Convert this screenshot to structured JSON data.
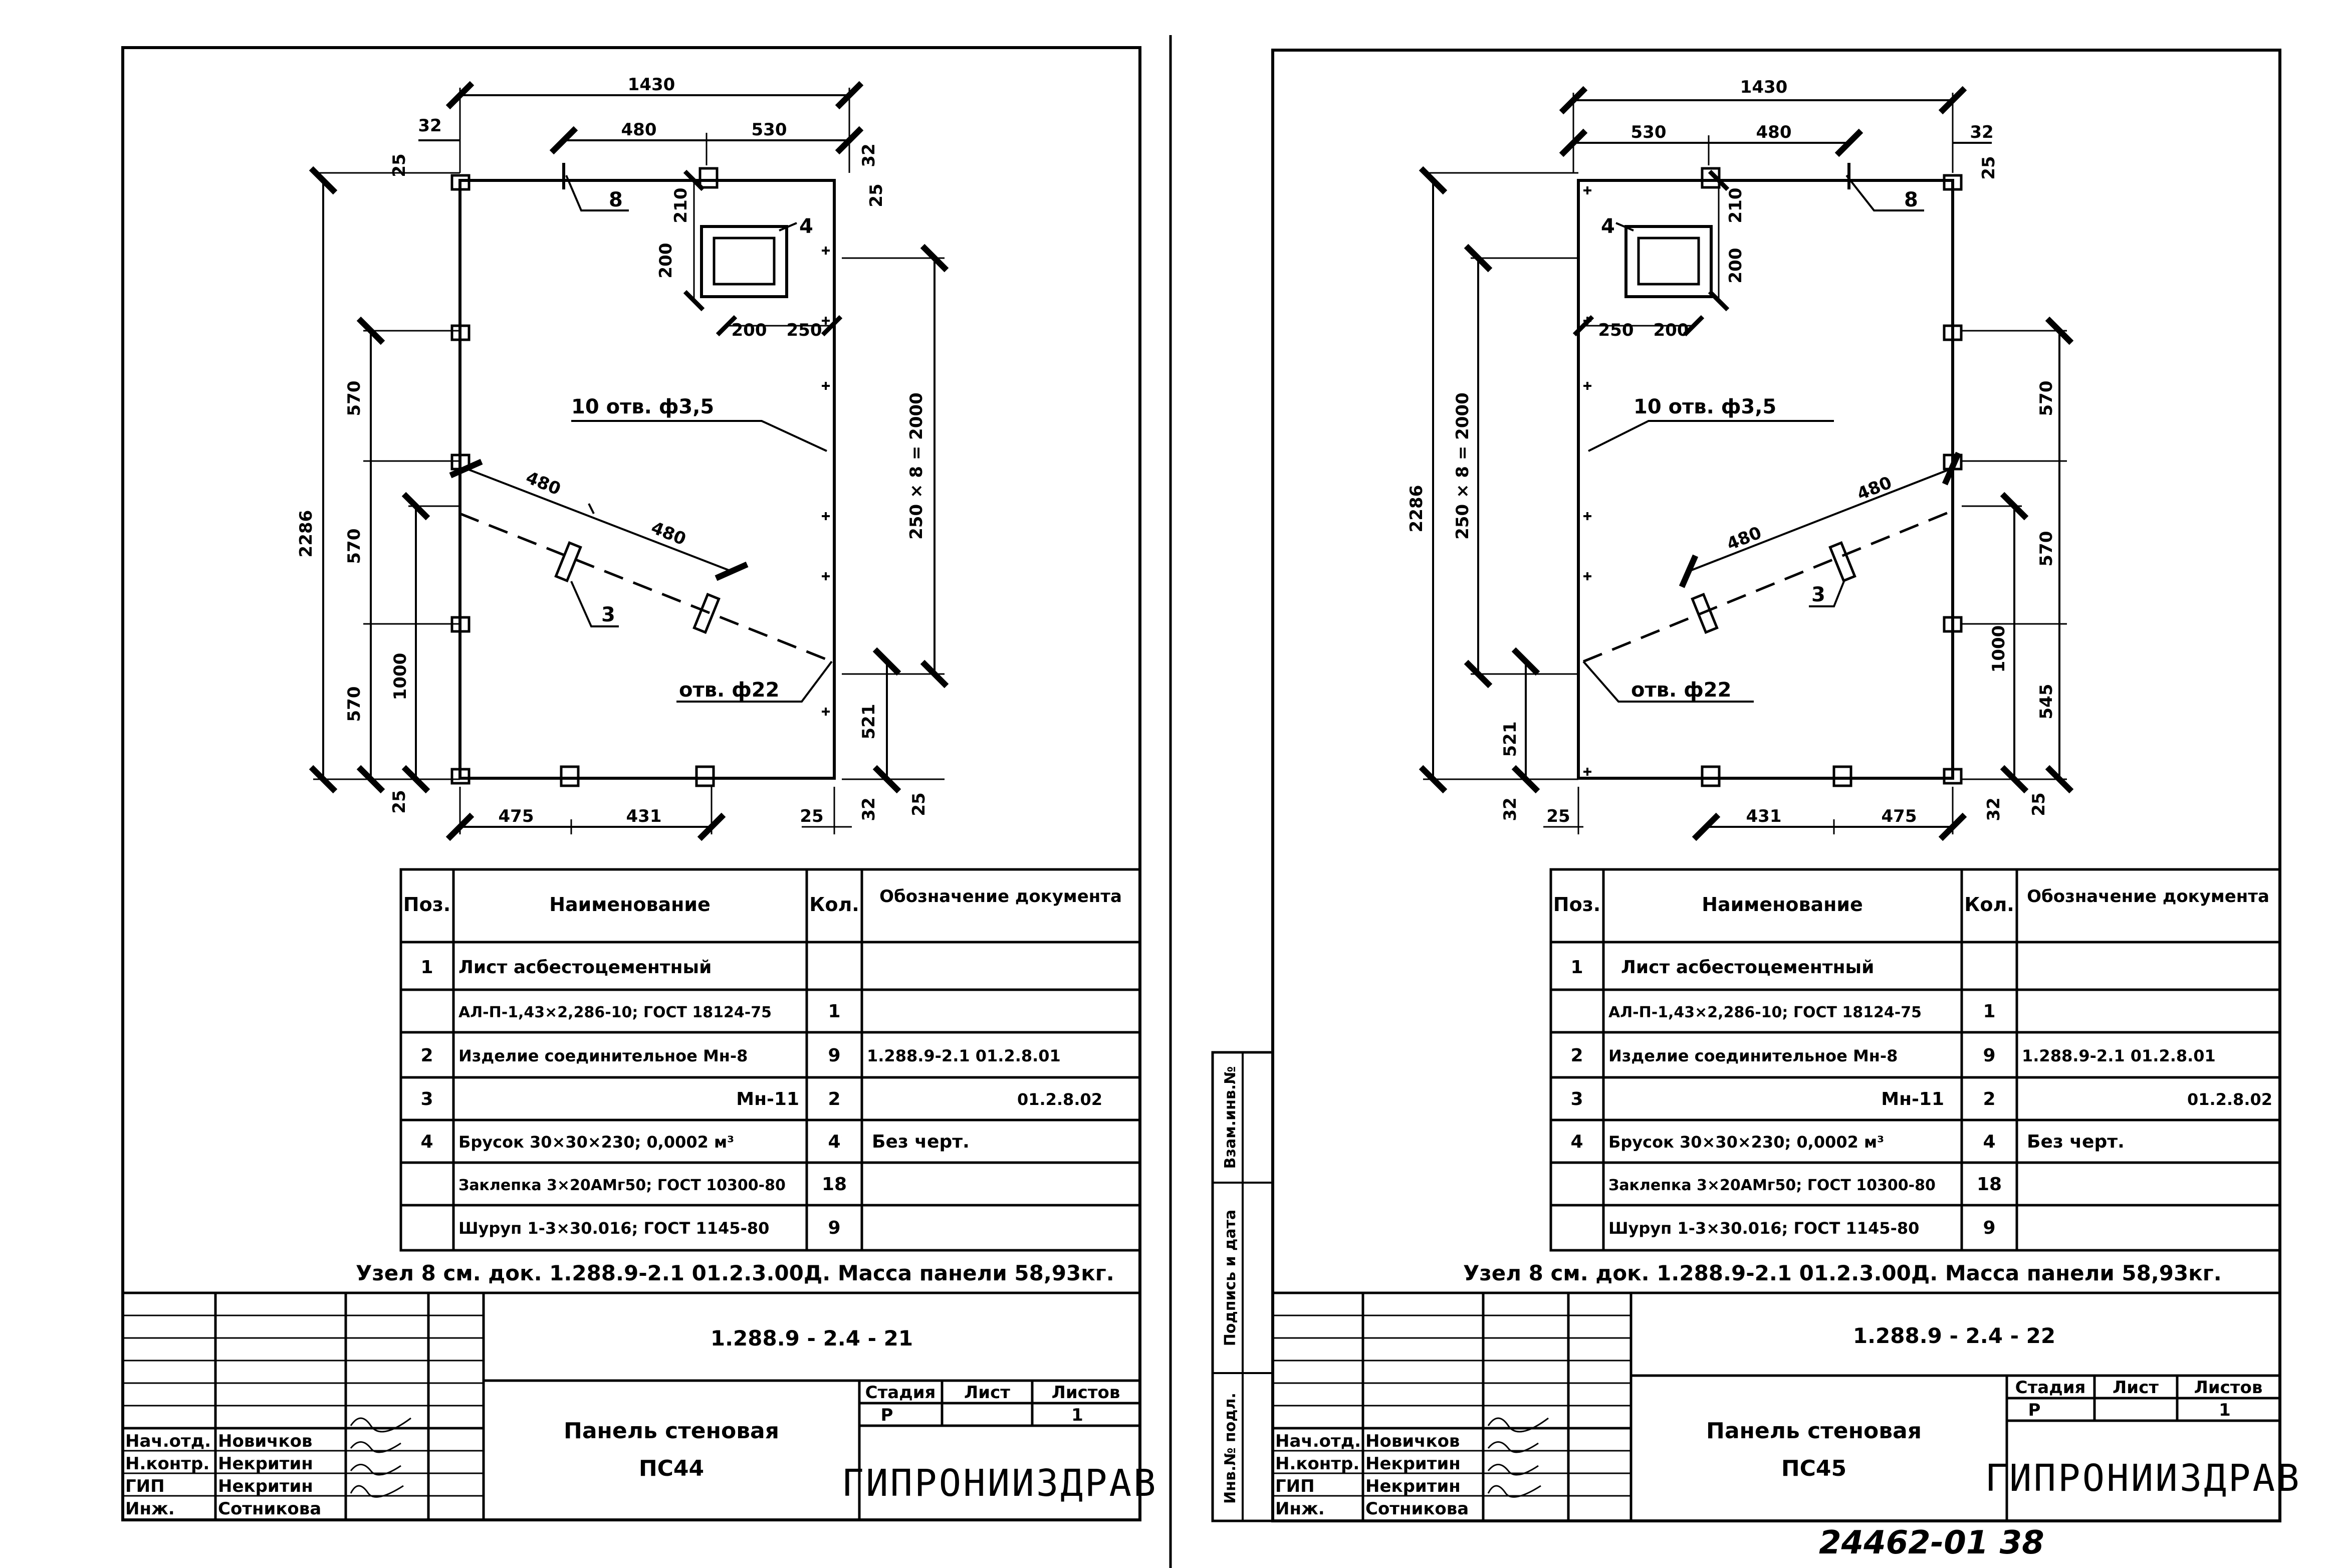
{
  "drawings": [
    {
      "dims": {
        "overall_width": "1430",
        "left_offset": "32",
        "spacing_480": "480",
        "spacing_530": "530",
        "right_offset": "32",
        "top_offset": "25",
        "overall_height": "2286",
        "dim_570_a": "570",
        "dim_570_b": "570",
        "dim_570_c": "570",
        "dim_1000": "1000",
        "dim_210": "210",
        "dim_200_v": "200",
        "dim_200_h": "200",
        "dim_250": "250",
        "side_pitch": "250 × 8 = 2000",
        "diag_480_a": "480",
        "diag_480_b": "480",
        "dim_521": "521",
        "bottom_25_left": "25",
        "bottom_475": "475",
        "bottom_431": "431",
        "bottom_25_right": "25",
        "bottom_32": "32",
        "bottom_25_far": "25",
        "right_25": "25"
      },
      "callouts": {
        "pos8": "8",
        "pos4": "4",
        "pos3": "3",
        "holes_small": "10 отв. ф3,5",
        "hole_large": "отв. ф22"
      },
      "table": {
        "headers": [
          "Поз.",
          "Наименование",
          "Кол.",
          "Обозначение документа"
        ],
        "rows": [
          [
            "1",
            "Лист асбестоцементный",
            "",
            ""
          ],
          [
            "",
            "АЛ-П-1,43×2,286-10; ГОСТ 18124-75",
            "1",
            ""
          ],
          [
            "2",
            "Изделие соединительное Мн-8",
            "9",
            "1.288.9-2.1 01.2.8.01"
          ],
          [
            "3",
            "Мн-11",
            "2",
            "01.2.8.02"
          ],
          [
            "4",
            "Брусок 30×30×230; 0,0002 м³",
            "4",
            "Без черт."
          ],
          [
            "",
            "Заклепка 3×20АМг50; ГОСТ 10300-80",
            "18",
            ""
          ],
          [
            "",
            "Шуруп 1-3×30.016; ГОСТ 1145-80",
            "9",
            ""
          ]
        ]
      },
      "note": "Узел 8 см. док. 1.288.9-2.1 01.2.3.00Д. Масса панели 58,93кг.",
      "stamp": {
        "code": "1.288.9 - 2.4 - 21",
        "title": "Панель стеновая",
        "mark": "ПС44",
        "stage_h": "Стадия",
        "sheet_h": "Лист",
        "sheets_h": "Листов",
        "stage": "Р",
        "sheets": "1",
        "org": "ГИПРОНИИЗДРАВ",
        "people": [
          {
            "role": "Нач.отд.",
            "name": "Новичков"
          },
          {
            "role": "Н.контр.",
            "name": "Некритин"
          },
          {
            "role": "ГИП",
            "name": "Некритин"
          },
          {
            "role": "Инж.",
            "name": "Сотникова"
          }
        ]
      }
    },
    {
      "dims": {
        "overall_width": "1430",
        "spacing_530": "530",
        "spacing_480": "480",
        "right_offset": "32",
        "overall_height": "2286",
        "side_pitch": "250 × 8 = 2000",
        "dim_210": "210",
        "dim_200_v": "200",
        "dim_250": "250",
        "dim_200_h": "200",
        "dim_570_a": "570",
        "dim_570_b": "570",
        "dim_1000": "1000",
        "dim_545": "545",
        "diag_480_a": "480",
        "diag_480_b": "480",
        "dim_521": "521",
        "bottom_32": "32",
        "bottom_25_left": "25",
        "bottom_431": "431",
        "bottom_475": "475",
        "bottom_32_right": "32",
        "right_25": "25",
        "right_top_25": "25"
      },
      "callouts": {
        "pos8": "8",
        "pos4": "4",
        "pos3": "3",
        "holes_small": "10 отв. ф3,5",
        "hole_large": "отв. ф22"
      },
      "table": {
        "headers": [
          "Поз.",
          "Наименование",
          "Кол.",
          "Обозначение документа"
        ],
        "rows": [
          [
            "1",
            "Лист асбестоцементный",
            "",
            ""
          ],
          [
            "",
            "АЛ-П-1,43×2,286-10; ГОСТ 18124-75",
            "1",
            ""
          ],
          [
            "2",
            "Изделие соединительное Мн-8",
            "9",
            "1.288.9-2.1 01.2.8.01"
          ],
          [
            "3",
            "Мн-11",
            "2",
            "01.2.8.02"
          ],
          [
            "4",
            "Брусок 30×30×230; 0,0002 м³",
            "4",
            "Без черт."
          ],
          [
            "",
            "Заклепка 3×20АМг50; ГОСТ 10300-80",
            "18",
            ""
          ],
          [
            "",
            "Шуруп 1-3×30.016; ГОСТ 1145-80",
            "9",
            ""
          ]
        ]
      },
      "note": "Узел 8 см. док. 1.288.9-2.1 01.2.3.00Д. Масса панели 58,93кг.",
      "stamp": {
        "code": "1.288.9 - 2.4 - 22",
        "title": "Панель стеновая",
        "mark": "ПС45",
        "stage_h": "Стадия",
        "sheet_h": "Лист",
        "sheets_h": "Листов",
        "stage": "Р",
        "sheets": "1",
        "org": "ГИПРОНИИЗДРАВ",
        "people": [
          {
            "role": "Нач.отд.",
            "name": "Новичков"
          },
          {
            "role": "Н.контр.",
            "name": "Некритин"
          },
          {
            "role": "ГИП",
            "name": "Некритин"
          },
          {
            "role": "Инж.",
            "name": "Сотникова"
          }
        ]
      }
    }
  ],
  "side_stamp": {
    "inv_podl": "Инв.№ подл.",
    "podpis": "Подпись и дата",
    "vzam": "Взам.инв.№"
  },
  "page_number": "24462-01   38"
}
